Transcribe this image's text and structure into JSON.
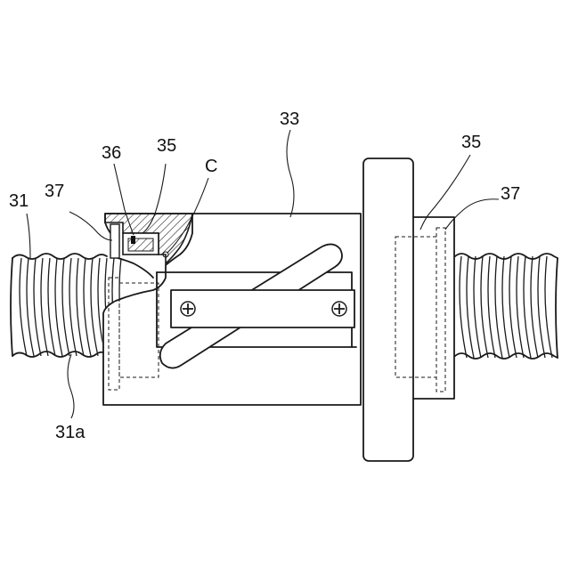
{
  "labels": {
    "ref_31": "31",
    "ref_31a": "31a",
    "ref_33": "33",
    "ref_35_left": "35",
    "ref_35_right": "35",
    "ref_36": "36",
    "ref_37_left": "37",
    "ref_37_right": "37",
    "ref_c": "C"
  }
}
